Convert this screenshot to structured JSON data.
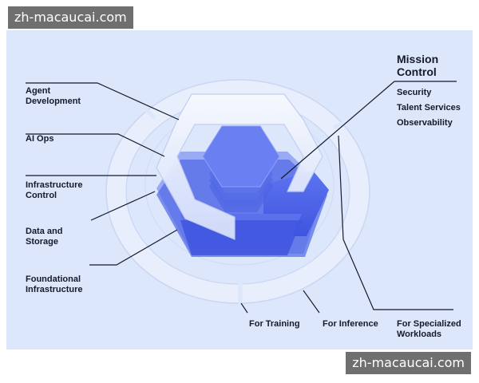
{
  "watermark_top": "zh-macaucai.com",
  "watermark_bottom": "zh-macaucai.com",
  "left_labels": [
    "Agent\nDevelopment",
    "AI Ops",
    "Infrastructure\nControl",
    "Data and\nStorage",
    "Foundational\nInfrastructure"
  ],
  "mission_control": {
    "title": "Mission\nControl",
    "items": [
      "Security",
      "Talent Services",
      "Observability"
    ]
  },
  "bottom_labels": [
    "For Training",
    "For Inference",
    "For Specialized\nWorkloads"
  ],
  "colors": {
    "background": "#dde7fb",
    "accent_blue": "#4a5ee8",
    "ring": "#ecf2fd",
    "text": "#151a2c"
  }
}
